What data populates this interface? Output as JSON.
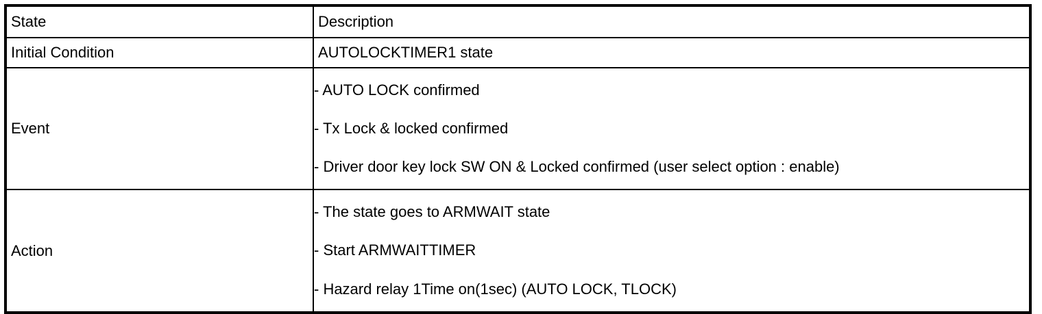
{
  "table": {
    "columns": [
      {
        "key": "state",
        "header": "State"
      },
      {
        "key": "description",
        "header": "Description"
      }
    ],
    "rows": [
      {
        "label": "Initial Condition",
        "lines": [
          "AUTOLOCKTIMER1 state"
        ]
      },
      {
        "label": "Event",
        "lines": [
          "- AUTO LOCK confirmed",
          "- Tx Lock & locked confirmed",
          "- Driver door key lock SW ON & Locked confirmed (user select option : enable)"
        ]
      },
      {
        "label": "Action",
        "lines": [
          "- The state goes to ARMWAIT state",
          "- Start ARMWAITTIMER",
          "- Hazard relay 1Time on(1sec) (AUTO LOCK, TLOCK)"
        ]
      }
    ]
  },
  "colors": {
    "border": "#000000",
    "background": "#ffffff",
    "text": "#000000"
  }
}
